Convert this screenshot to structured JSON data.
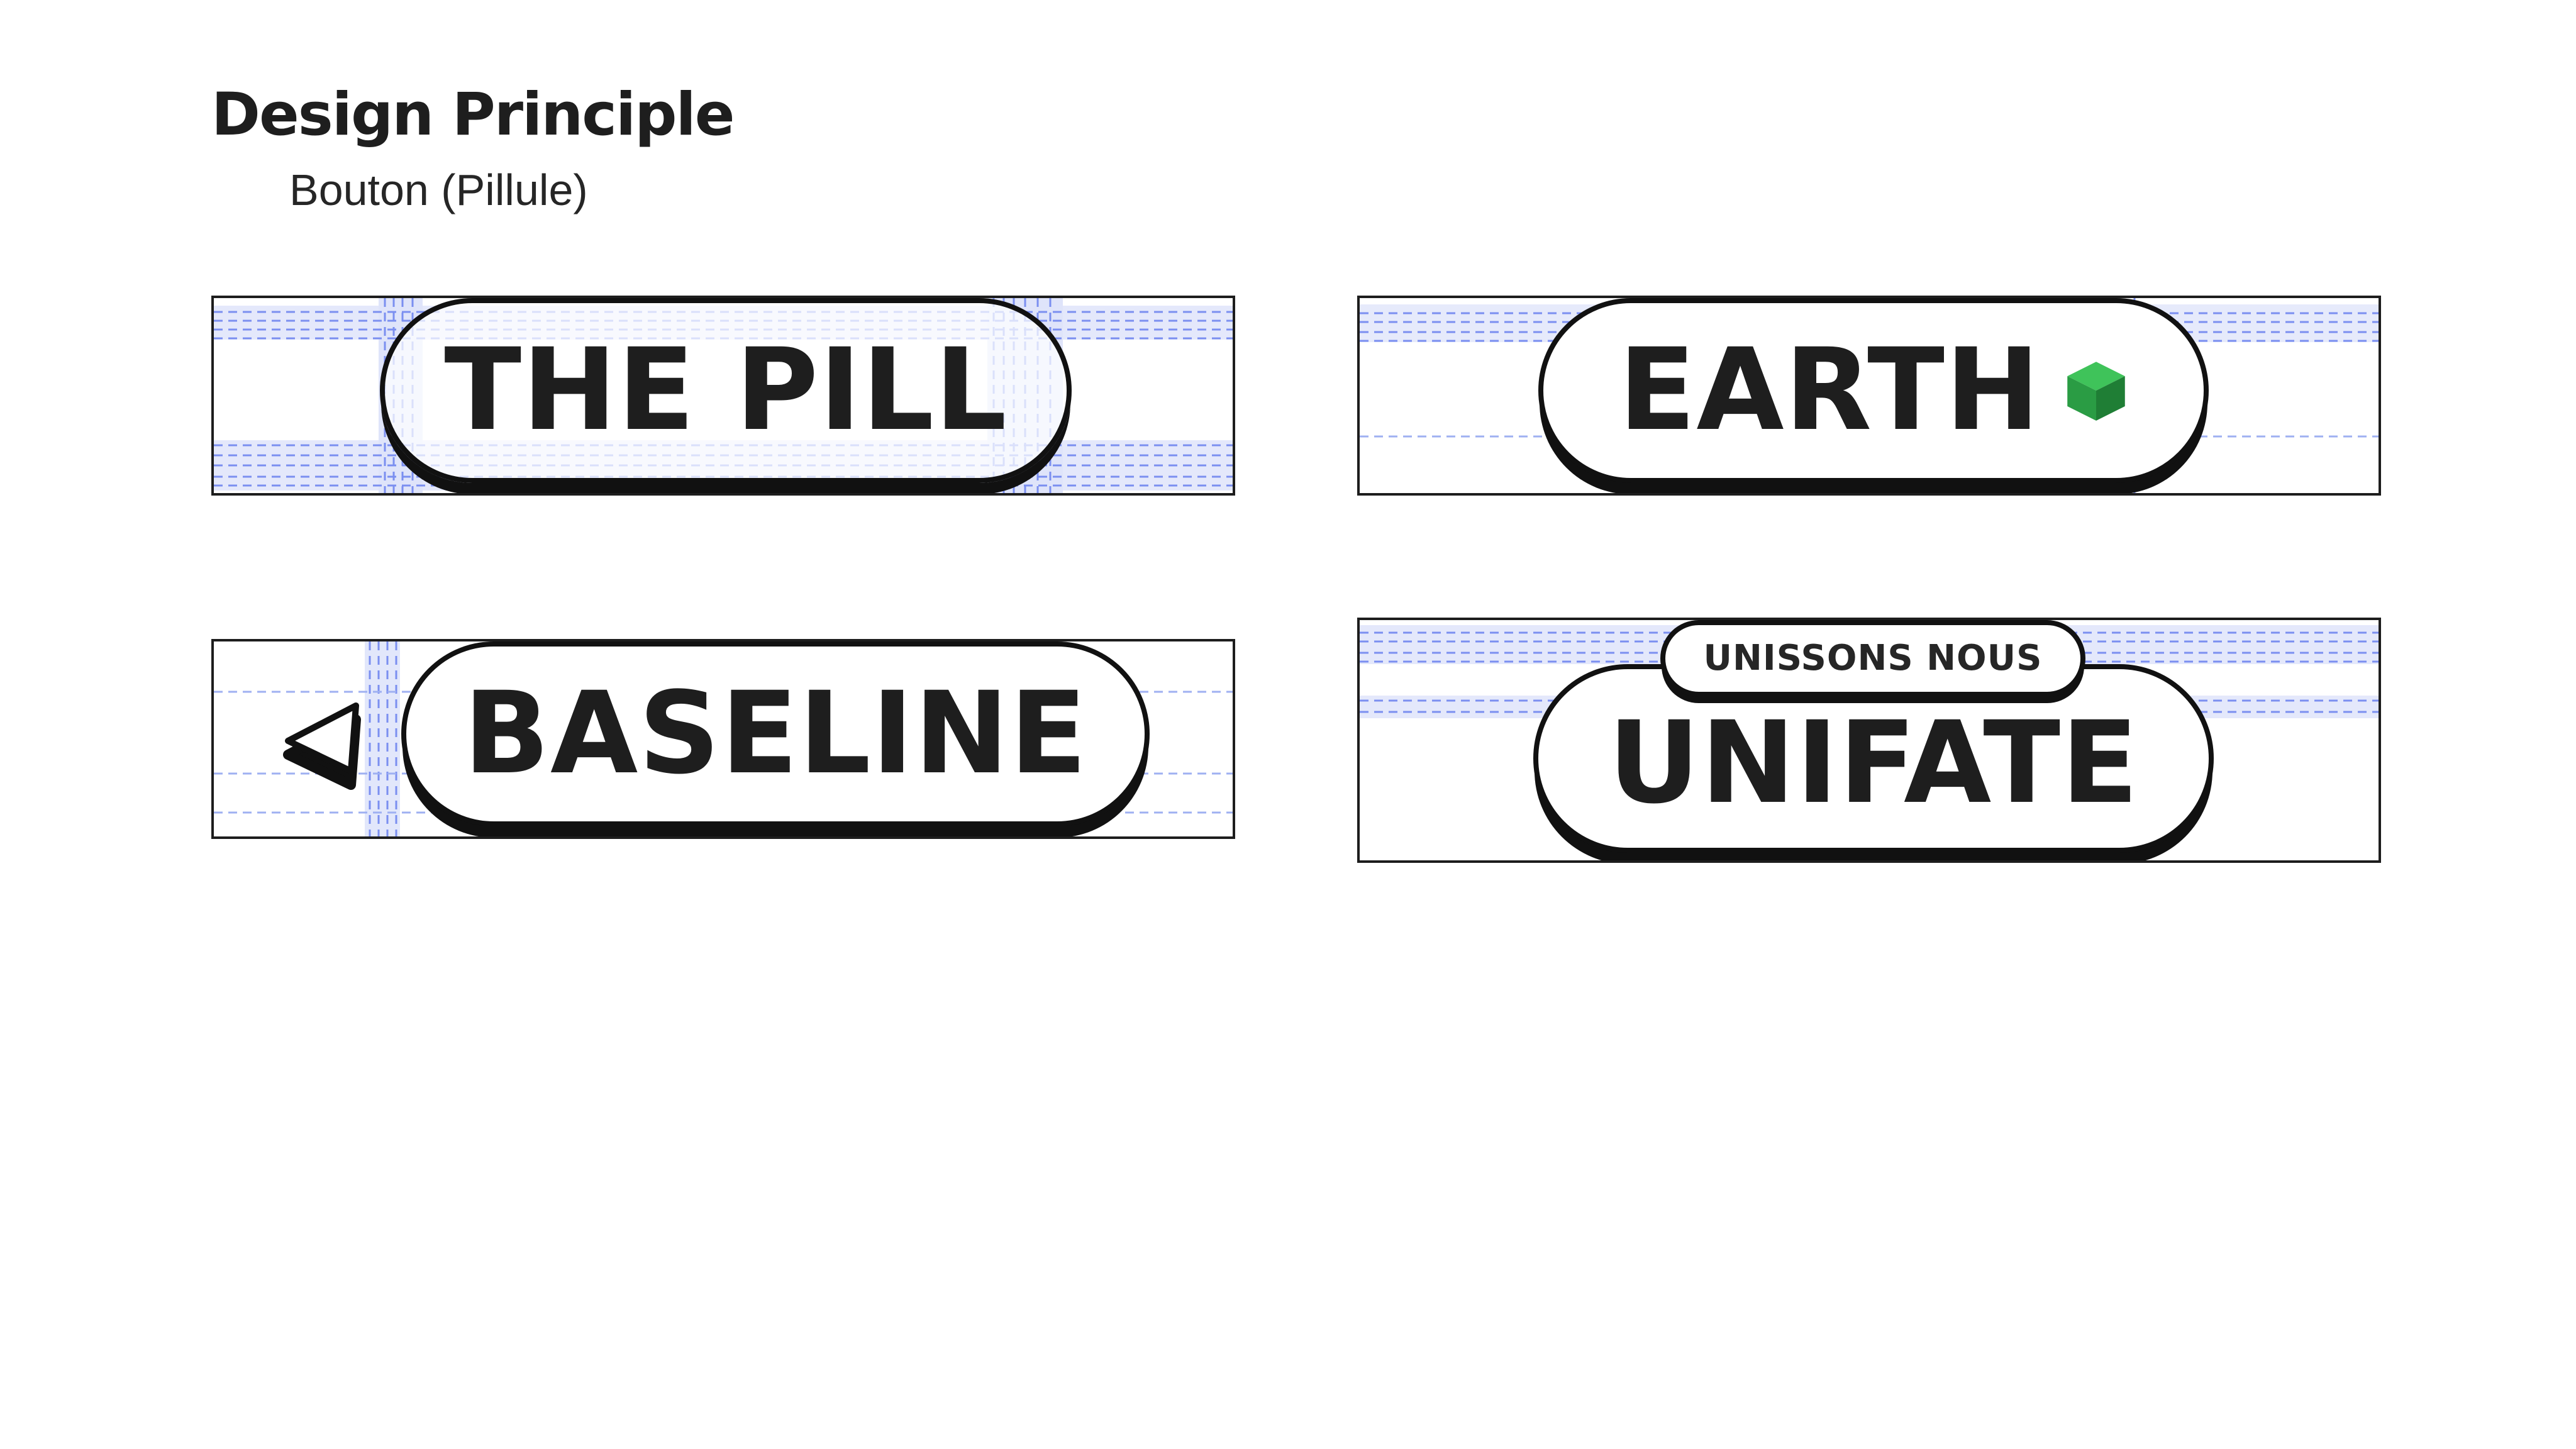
{
  "header": {
    "title": "Design Principle",
    "subtitle": "Bouton (Pillule)"
  },
  "examples": [
    {
      "label": "THE PILL"
    },
    {
      "label": "EARTH",
      "icon": "green-cube-icon"
    },
    {
      "label": "BASELINE",
      "icon": "back-arrow-icon"
    },
    {
      "tag": "UNISSONS NOUS",
      "label": "UNIFATE"
    }
  ],
  "colors": {
    "ink": "#111111",
    "guide": "#7b8ff0",
    "guide_fill": "#dfe5fb",
    "cube": "#2fb04a"
  }
}
